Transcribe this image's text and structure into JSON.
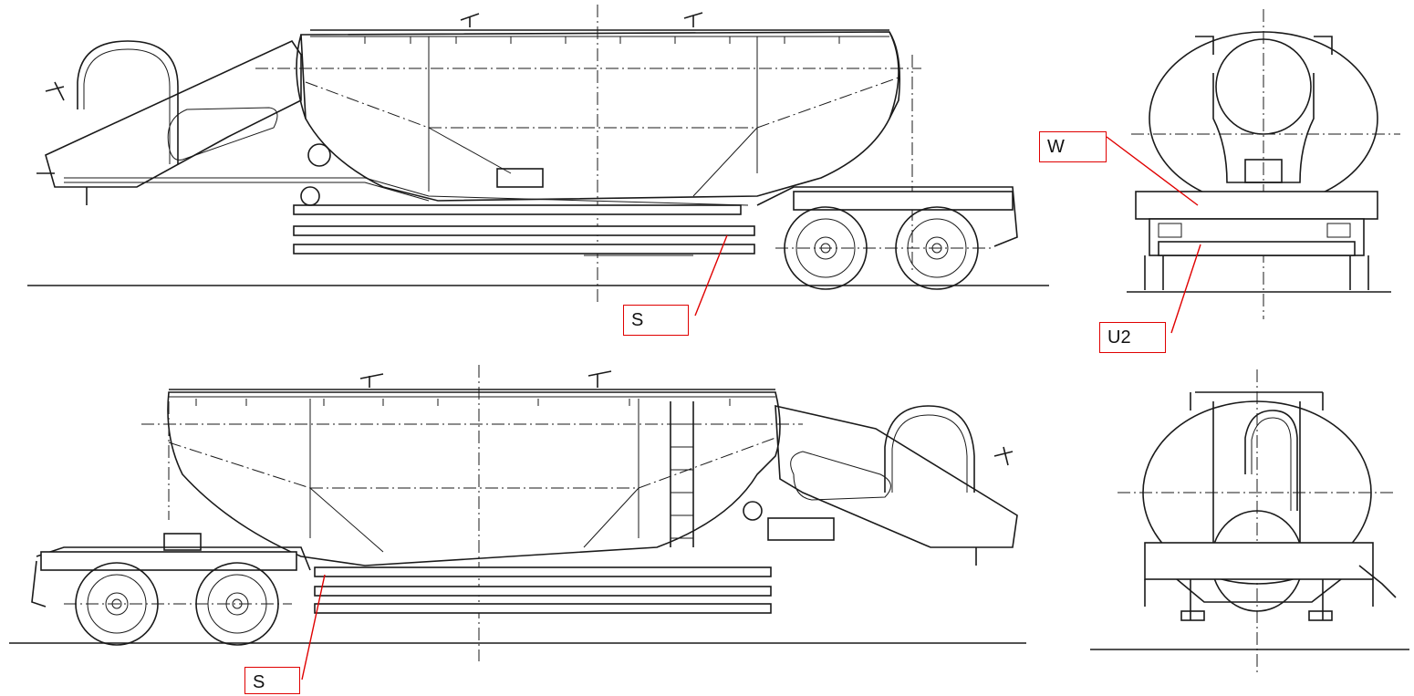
{
  "callouts": {
    "side_top_s": "S",
    "rear_w": "W",
    "rear_u2": "U2",
    "side_bottom_s": "S"
  },
  "colors": {
    "callout": "#e00000",
    "drawing": "#1a1a1a",
    "background": "#ffffff"
  }
}
